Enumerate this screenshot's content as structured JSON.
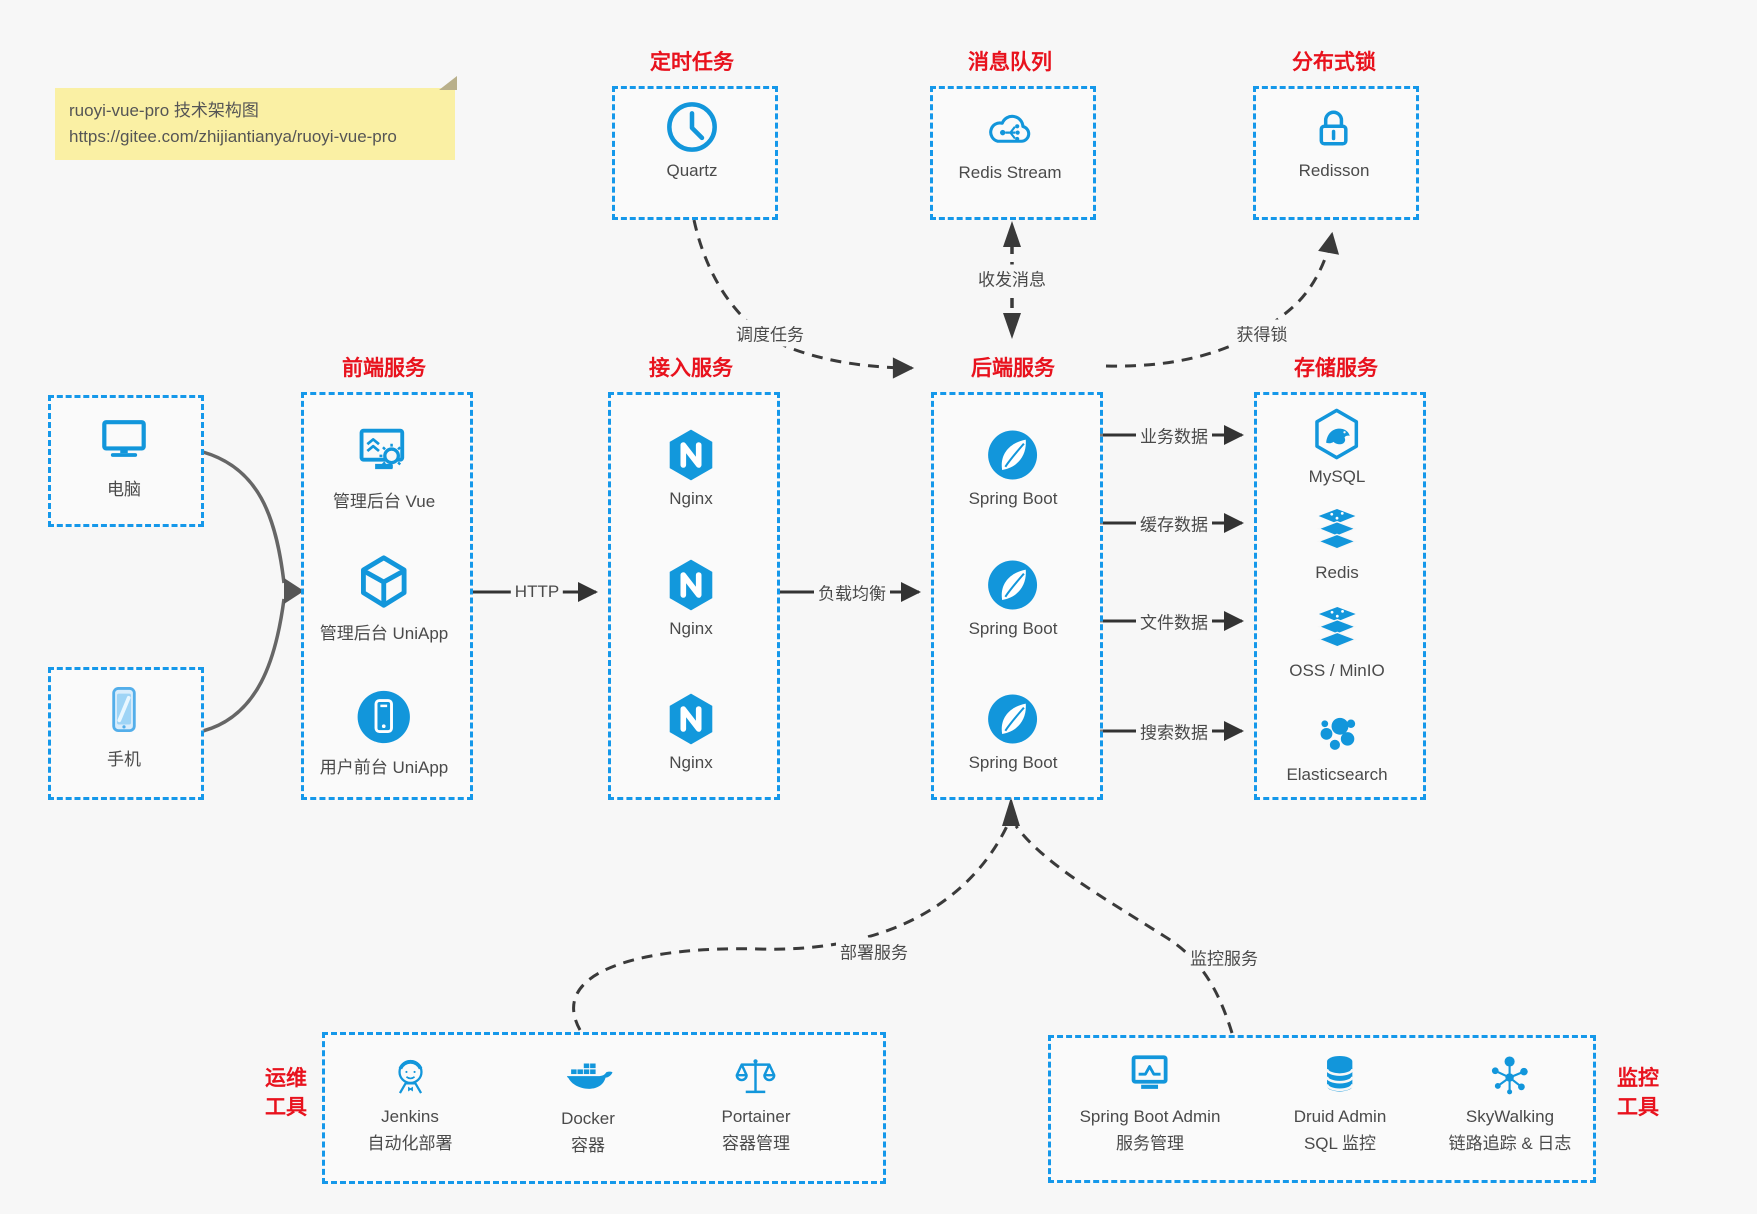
{
  "colors": {
    "accent_blue": "#1296db",
    "border_blue": "#1598ea",
    "title_red": "#e8121d",
    "note_bg": "#faf0a4"
  },
  "note": {
    "line1": "ruoyi-vue-pro 技术架构图",
    "line2": "https://gitee.com/zhijiantianya/ruoyi-vue-pro"
  },
  "top_services": [
    {
      "title": "定时任务",
      "item": {
        "icon": "clock-icon",
        "label": "Quartz"
      }
    },
    {
      "title": "消息队列",
      "item": {
        "icon": "cloud-stream-icon",
        "label": "Redis Stream"
      }
    },
    {
      "title": "分布式锁",
      "item": {
        "icon": "lock-icon",
        "label": "Redisson"
      }
    }
  ],
  "clients": [
    {
      "icon": "desktop-icon",
      "label": "电脑"
    },
    {
      "icon": "phone-icon",
      "label": "手机"
    }
  ],
  "frontend": {
    "title": "前端服务",
    "items": [
      {
        "icon": "admin-vue-icon",
        "label": "管理后台 Vue"
      },
      {
        "icon": "uniapp-cube-icon",
        "label": "管理后台 UniApp"
      },
      {
        "icon": "user-app-icon",
        "label": "用户前台 UniApp"
      }
    ]
  },
  "gateway": {
    "title": "接入服务",
    "items": [
      {
        "icon": "nginx-icon",
        "label": "Nginx"
      },
      {
        "icon": "nginx-icon",
        "label": "Nginx"
      },
      {
        "icon": "nginx-icon",
        "label": "Nginx"
      }
    ]
  },
  "backend": {
    "title": "后端服务",
    "items": [
      {
        "icon": "spring-boot-icon",
        "label": "Spring Boot"
      },
      {
        "icon": "spring-boot-icon",
        "label": "Spring Boot"
      },
      {
        "icon": "spring-boot-icon",
        "label": "Spring Boot"
      }
    ]
  },
  "storage": {
    "title": "存储服务",
    "items": [
      {
        "icon": "mysql-icon",
        "label": "MySQL"
      },
      {
        "icon": "redis-stack-icon",
        "label": "Redis"
      },
      {
        "icon": "oss-stack-icon",
        "label": "OSS / MinIO"
      },
      {
        "icon": "elasticsearch-icon",
        "label": "Elasticsearch"
      }
    ]
  },
  "ops_tools": {
    "title_line1": "运维",
    "title_line2": "工具",
    "items": [
      {
        "icon": "jenkins-icon",
        "name": "Jenkins",
        "desc": "自动化部署"
      },
      {
        "icon": "docker-icon",
        "name": "Docker",
        "desc": "容器"
      },
      {
        "icon": "portainer-icon",
        "name": "Portainer",
        "desc": "容器管理"
      }
    ]
  },
  "monitor_tools": {
    "title_line1": "监控",
    "title_line2": "工具",
    "items": [
      {
        "icon": "spring-boot-admin-icon",
        "name": "Spring Boot Admin",
        "desc": "服务管理"
      },
      {
        "icon": "druid-icon",
        "name": "Druid Admin",
        "desc": "SQL 监控"
      },
      {
        "icon": "skywalking-icon",
        "name": "SkyWalking",
        "desc": "链路追踪 & 日志"
      }
    ]
  },
  "edges": {
    "http": "HTTP",
    "load_balance": "负载均衡",
    "business_data": "业务数据",
    "cache_data": "缓存数据",
    "file_data": "文件数据",
    "search_data": "搜索数据",
    "schedule_task": "调度任务",
    "send_receive_message": "收发消息",
    "acquire_lock": "获得锁",
    "deploy_service": "部署服务",
    "monitor_service": "监控服务"
  }
}
